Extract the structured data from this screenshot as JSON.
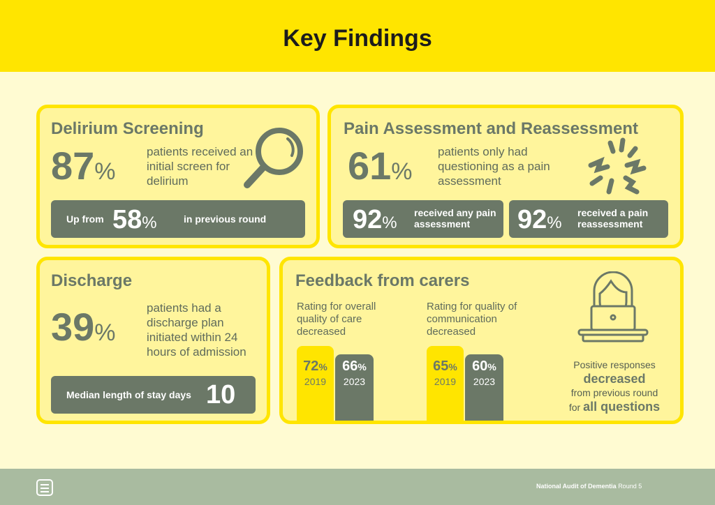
{
  "title": "Key Findings",
  "delirium": {
    "heading": "Delirium Screening",
    "value": "87",
    "unit": "%",
    "text": "patients received an initial screen for delirium",
    "pill_pre": "Up from",
    "pill_value": "58",
    "pill_unit": "%",
    "pill_post": "in previous round"
  },
  "pain": {
    "heading": "Pain Assessment and Reassessment",
    "value": "61",
    "unit": "%",
    "text": "patients only had questioning as a pain assessment",
    "stat1_value": "92",
    "stat1_unit": "%",
    "stat1_text": "received any pain assessment",
    "stat2_value": "92",
    "stat2_unit": "%",
    "stat2_text": "received a pain reassessment"
  },
  "discharge": {
    "heading": "Discharge",
    "value": "39",
    "unit": "%",
    "text": "patients had a discharge plan initiated within 24 hours of admission",
    "pill_text": "Median length of stay days",
    "pill_value": "10"
  },
  "feedback": {
    "heading": "Feedback from carers",
    "groups": [
      {
        "label": "Rating for overall quality of care decreased",
        "bars": [
          {
            "value": 72,
            "unit": "%",
            "year": "2019"
          },
          {
            "value": 66,
            "unit": "%",
            "year": "2023"
          }
        ]
      },
      {
        "label": "Rating for quality of communication decreased",
        "bars": [
          {
            "value": 65,
            "unit": "%",
            "year": "2019"
          },
          {
            "value": 60,
            "unit": "%",
            "year": "2023"
          }
        ]
      }
    ],
    "summary_1": "Positive responses",
    "summary_2": "decreased",
    "summary_3": "from previous round",
    "summary_4": "for",
    "summary_5": "all questions"
  },
  "footer": {
    "org": "National Audit of Dementia",
    "round": "Round 5"
  },
  "colors": {
    "yellow": "#FFE500",
    "gray": "#6B7867",
    "footer": "#A9BBA0"
  }
}
